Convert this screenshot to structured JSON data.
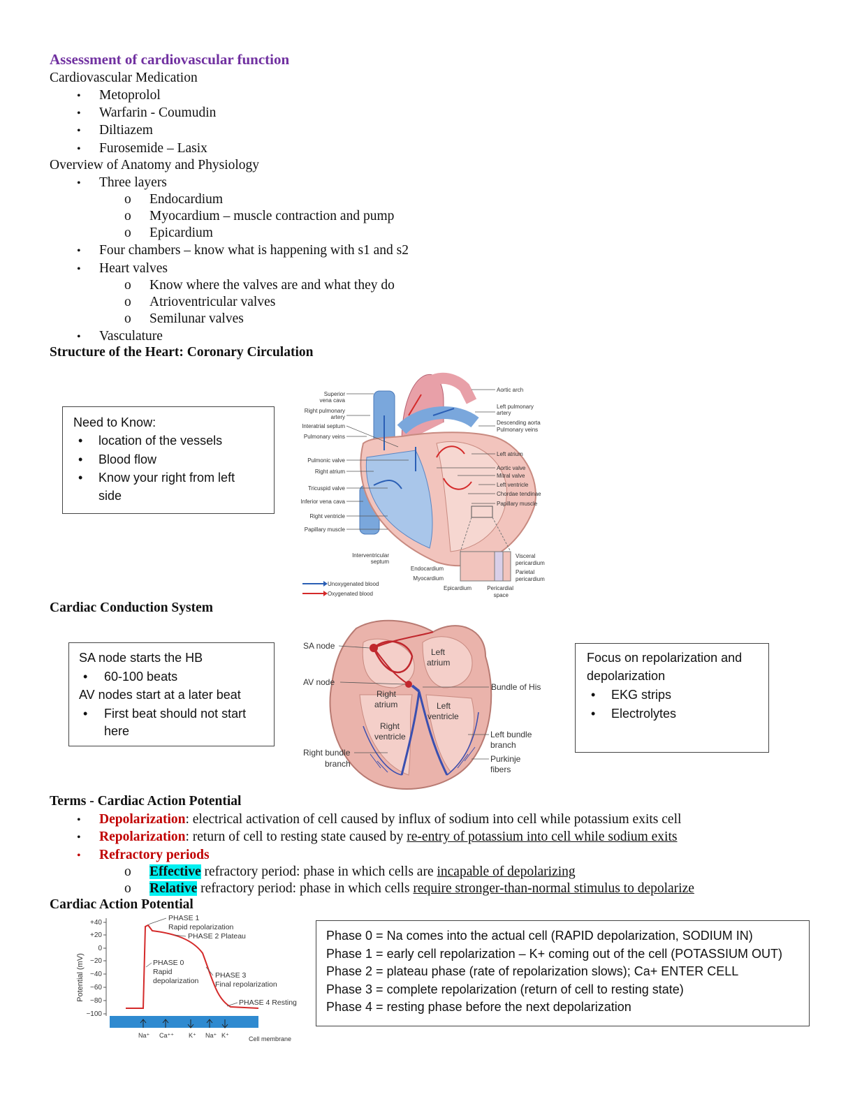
{
  "title": "Assessment of cardiovascular function",
  "medication": {
    "heading": "Cardiovascular Medication",
    "items": [
      "Metoprolol",
      "Warfarin - Coumudin",
      "Diltiazem",
      "Furosemide – Lasix"
    ]
  },
  "anatomy": {
    "heading": "Overview of Anatomy and Physiology",
    "layers": "Three layers",
    "layer_items": [
      "Endocardium",
      "Myocardium – muscle contraction and pump",
      "Epicardium"
    ],
    "chambers": "Four chambers – know what is happening with s1 and s2",
    "valves": "Heart valves",
    "valve_items": [
      "Know where the valves are and what they do",
      "Atrioventricular valves",
      "Semilunar valves"
    ],
    "vasculature": "Vasculature"
  },
  "structure": {
    "heading": "Structure of the Heart: Coronary Circulation",
    "box_title": "Need to Know:",
    "box_items": [
      "location of the vessels",
      "Blood flow",
      "Know your right from left",
      "side"
    ],
    "diagram_labels_left": [
      "Superior",
      "vena cava",
      "Right pulmonary",
      "artery",
      "Interatrial septum",
      "Pulmonary veins",
      "Pulmonic valve",
      "Right atrium",
      "Tricuspid valve",
      "Inferior vena cava",
      "Right ventricle",
      "Papillary muscle",
      "Interventricular",
      "septum",
      "Endocardium",
      "Myocardium",
      "Epicardium",
      "Pericardial",
      "space"
    ],
    "diagram_labels_right": [
      "Aortic arch",
      "Left pulmonary",
      "artery",
      "Descending aorta",
      "Pulmonary veins",
      "Left atrium",
      "Aortic valve",
      "Mitral valve",
      "Left ventricle",
      "Chordae tendinae",
      "Papillary muscle",
      "Visceral",
      "pericardium",
      "Parietal",
      "pericardium"
    ],
    "legend": [
      "Unoxygenated blood",
      "Oxygenated blood"
    ],
    "colors": {
      "unoxygenated": "#2b5fb5",
      "oxygenated": "#d42a2a"
    }
  },
  "conduction": {
    "heading": "Cardiac Conduction System",
    "left_box": [
      "SA node starts the HB",
      "60-100 beats",
      "AV nodes start at a later beat",
      "First beat should not start",
      "here"
    ],
    "right_box": [
      "Focus on repolarization and",
      "depolarization",
      "EKG strips",
      "Electrolytes"
    ],
    "diagram_labels": [
      "SA node",
      "AV node",
      "Right bundle",
      "branch",
      "Left",
      "atrium",
      "Right",
      "atrium",
      "Left",
      "ventricle",
      "Right",
      "ventricle",
      "Bundle of His",
      "Left bundle",
      "branch",
      "Purkinje",
      "fibers"
    ]
  },
  "terms": {
    "heading": "Terms - Cardiac Action Potential",
    "depol_term": "Depolarization",
    "depol_text": ": electrical activation of cell caused by influx of sodium into cell while potassium exits cell",
    "repol_term": "Repolarization",
    "repol_text1": ": return of cell to resting state caused by ",
    "repol_text2": "re-entry of potassium into cell while sodium exits",
    "refractory": "Refractory periods",
    "eff_term": "Effective",
    "eff_text1": " refractory period: phase in which cells are ",
    "eff_text2": "incapable of depolarizing",
    "rel_term": "Relative",
    "rel_text1": " refractory period: phase in which cells ",
    "rel_text2": "require stronger-than-normal stimulus to depolarize"
  },
  "action_potential": {
    "heading": "Cardiac Action Potential",
    "ylabel": "Potential (mV)",
    "yticks": [
      "+40",
      "+20",
      "0",
      "−20",
      "−40",
      "−60",
      "−80",
      "−100"
    ],
    "phase_labels": [
      "PHASE 1",
      "Rapid repolarization",
      "PHASE 2 Plateau",
      "PHASE 0",
      "Rapid",
      "depolarization",
      "PHASE 3",
      "Final repolarization",
      "PHASE 4 Resting"
    ],
    "ions": [
      "Na⁺",
      "Ca⁺⁺",
      "K⁺",
      "Na⁺",
      "K⁺"
    ],
    "membrane_label": "Cell membrane",
    "phases": [
      "Phase 0 = Na comes into the actual cell (RAPID depolarization, SODIUM IN)",
      "Phase 1 = early cell repolarization – K+ coming out of the cell (POTASSIUM OUT)",
      "Phase 2 = plateau phase (rate of repolarization slows); Ca+ ENTER CELL",
      "Phase 3 = complete repolarization (return of cell to resting state)",
      "Phase 4 = resting phase before the next depolarization"
    ],
    "curve_color": "#d42a2a",
    "membrane_color": "#2f8ad0"
  }
}
